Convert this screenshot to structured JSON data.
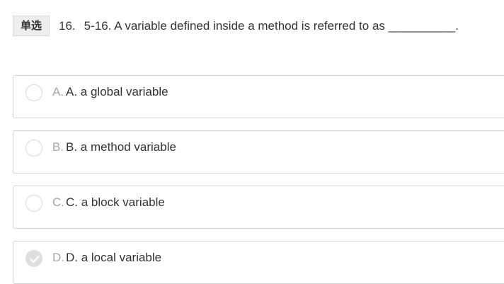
{
  "question": {
    "type_label": "单选",
    "number": "16.",
    "text": "5-16. A variable defined inside a method is referred to as __________."
  },
  "options": [
    {
      "letter": "A.",
      "text": "A. a global variable",
      "selected": false
    },
    {
      "letter": "B.",
      "text": "B. a method variable",
      "selected": false
    },
    {
      "letter": "C.",
      "text": "C. a block variable",
      "selected": false
    },
    {
      "letter": "D.",
      "text": "D. a local variable",
      "selected": true
    }
  ],
  "colors": {
    "border": "#d4d4d4",
    "text": "#333333",
    "letter": "#a6a6a6",
    "checked_fill": "#dedede"
  }
}
